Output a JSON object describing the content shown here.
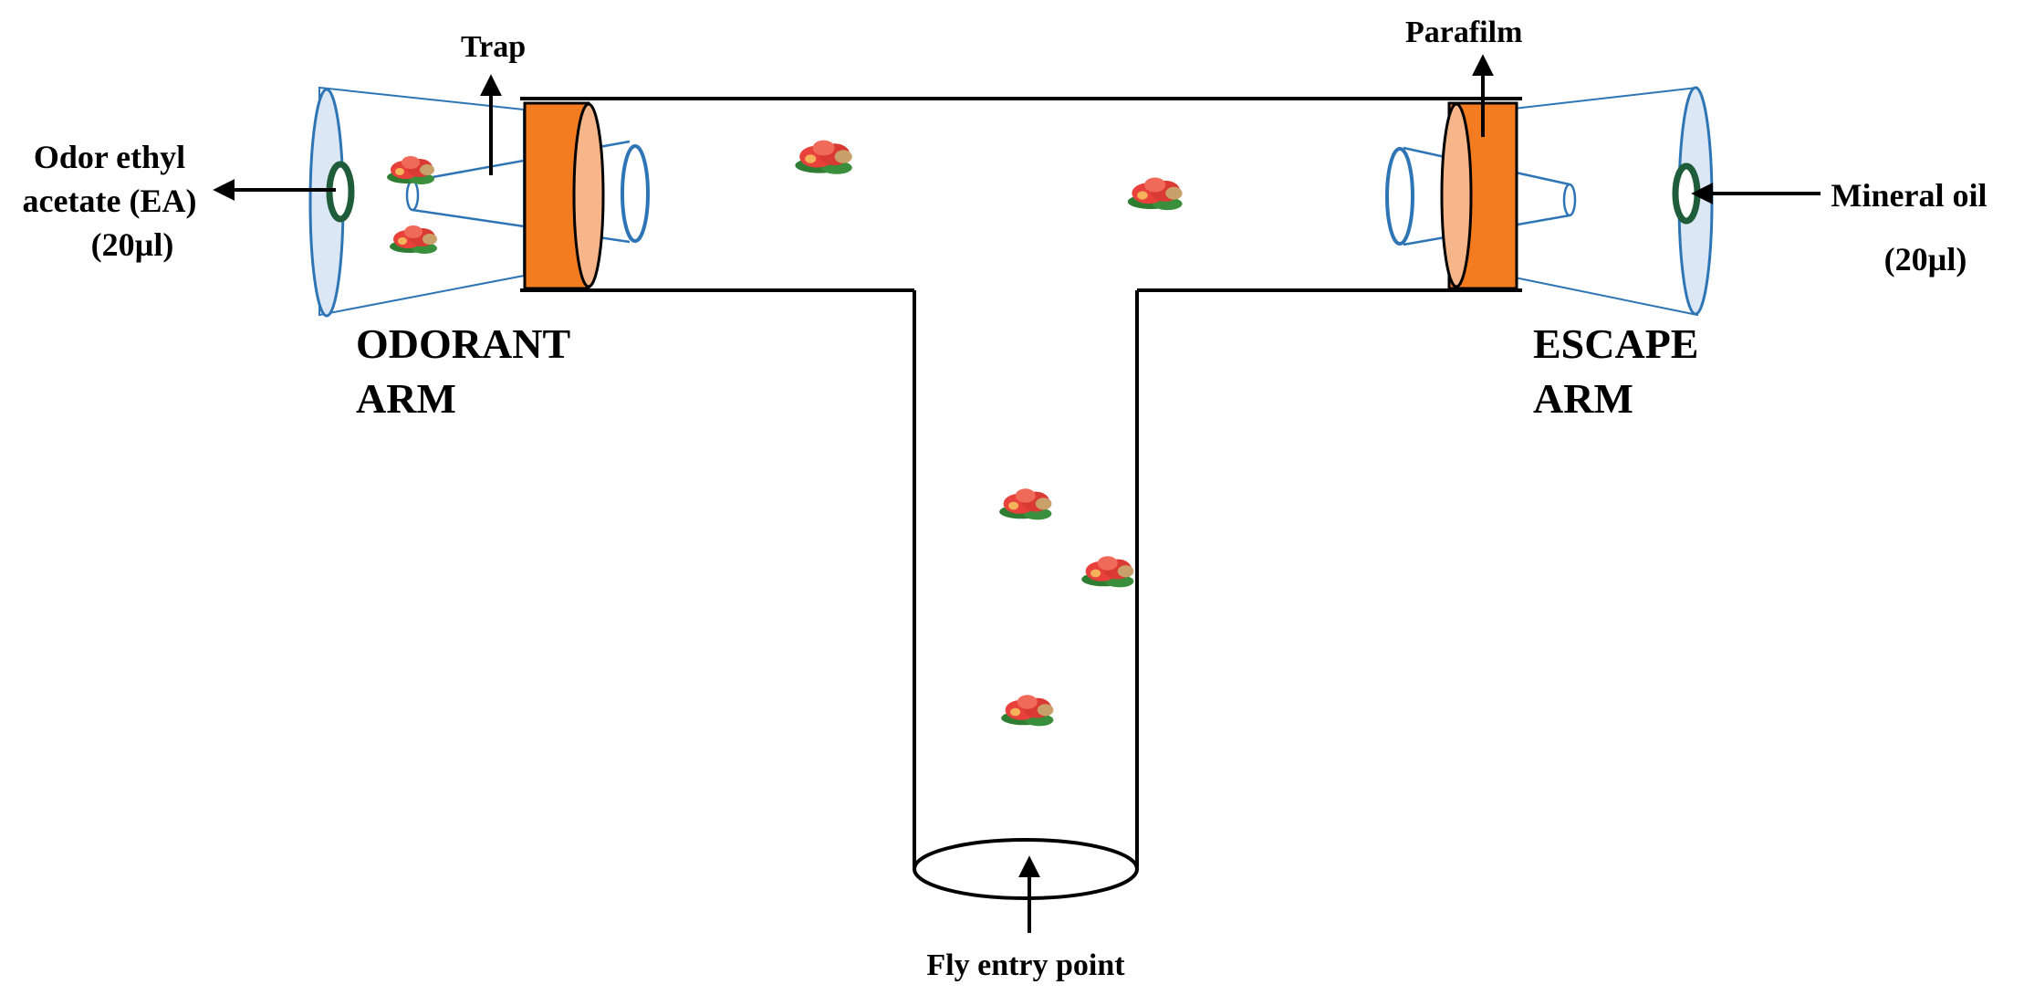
{
  "labels": {
    "trap": "Trap",
    "parafilm": "Parafilm",
    "odor_line1": "Odor ethyl",
    "odor_line2": "acetate (EA)",
    "odor_line3": "(20µl)",
    "mineral_line1": "Mineral oil",
    "mineral_line2": "(20µl)",
    "odorant_arm_line1": "ODORANT",
    "odorant_arm_line2": "ARM",
    "escape_arm_line1": "ESCAPE",
    "escape_arm_line2": "ARM",
    "fly_entry": "Fly entry point"
  },
  "colors": {
    "outline": "#000000",
    "cone_blue": "#2e75b6",
    "cone_fill": "#dbe7f5",
    "parafilm_orange": "#f47c20",
    "parafilm_face": "#f7b68a",
    "odor_ring": "#1f5c3a",
    "fly_red": "#e8403a",
    "fly_green": "#2f7d32"
  },
  "icons": {
    "fly": "fly-icon",
    "arrow": "arrow-icon"
  }
}
